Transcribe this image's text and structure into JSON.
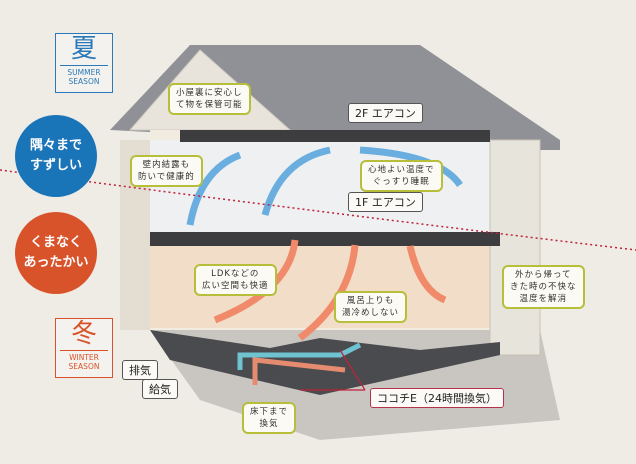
{
  "summer": {
    "kanji": "夏",
    "label1": "SUMMER",
    "label2": "SEASON",
    "color": "#2a79b8",
    "circle1": "隅々まで",
    "circle2": "すずしい"
  },
  "winter": {
    "kanji": "冬",
    "label1": "WINTER",
    "label2": "SEASON",
    "color": "#d9532a",
    "circle1": "くまなく",
    "circle2": "あったかい"
  },
  "notes": {
    "attic": [
      "小屋裏に安心し",
      "て物を保管可能"
    ],
    "wall": [
      "壁内結露も",
      "防いで健康的"
    ],
    "sleep": [
      "心地よい温度で",
      "ぐっすり睡眠"
    ],
    "ldk": [
      "LDKなどの",
      "広い空間も快適"
    ],
    "bath": [
      "風呂上りも",
      "湯冷めしない"
    ],
    "home": [
      "外から帰って",
      "きた時の不快な",
      "温度を解消"
    ],
    "floor": [
      "床下まで",
      "換気"
    ]
  },
  "labels": {
    "ac2f": "2F エアコン",
    "ac1f": "1F エアコン",
    "exhaust": "排気",
    "supply": "給気",
    "system": "ココチE（24時間換気）"
  }
}
